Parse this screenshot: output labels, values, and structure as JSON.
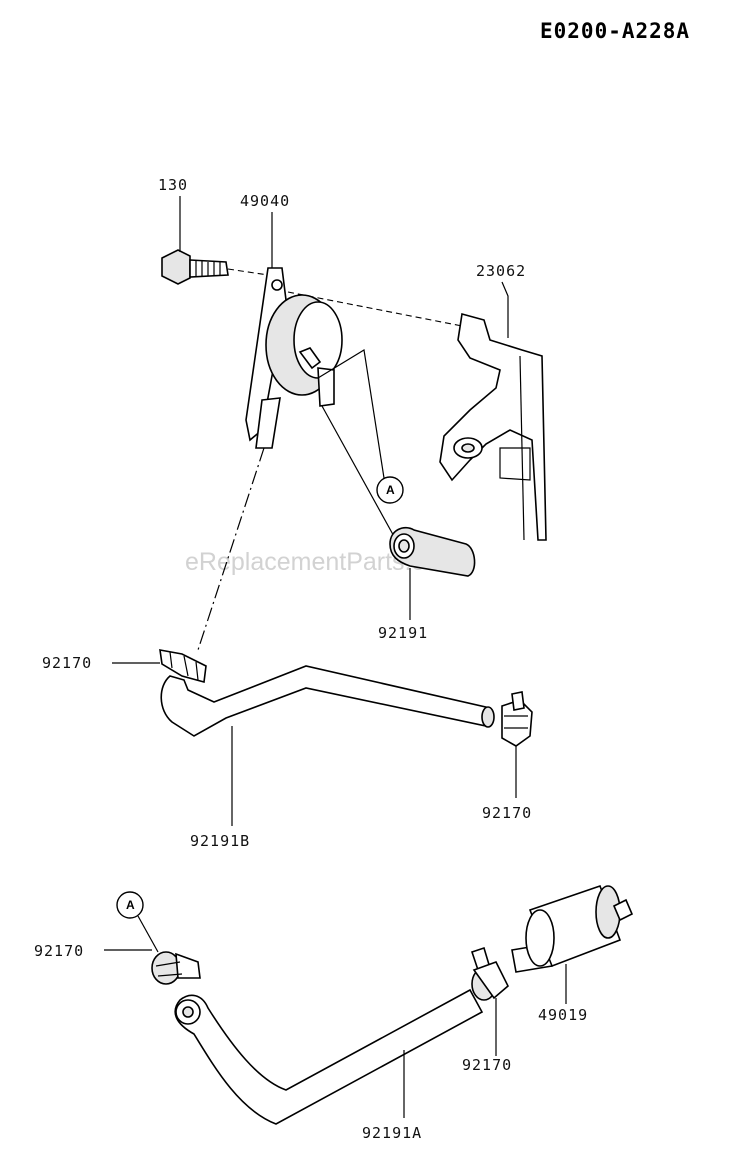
{
  "header": {
    "diagram_code": "E0200-A228A"
  },
  "watermark": "eReplacementParts.com",
  "callouts": [
    {
      "name": "callout-a-top",
      "letter": "A"
    },
    {
      "name": "callout-a-bottom",
      "letter": "A"
    }
  ],
  "parts": {
    "bolt": "130",
    "fuel_pump": "49040",
    "bracket": "23062",
    "hose_short": "92191",
    "clamp_pump_inlet": "92170",
    "hose_b": "92191B",
    "clamp_hose_b_end": "92170",
    "clamp_a": "92170",
    "hose_a": "92191A",
    "clamp_filter": "92170",
    "fuel_filter": "49019"
  }
}
